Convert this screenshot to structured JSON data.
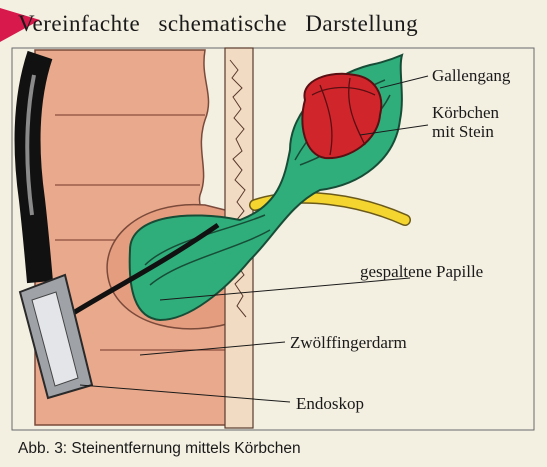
{
  "title": "Vereinfachte schematische Darstellung",
  "labels": {
    "gallengang": "Gallengang",
    "koerbchen_line1": "Körbchen",
    "koerbchen_line2": "mit Stein",
    "papille": "gespaltene Papille",
    "duodenum": "Zwölffingerdarm",
    "endoskop": "Endoskop"
  },
  "caption": "Abb. 3: Steinentfernung mittels Körbchen",
  "colors": {
    "background": "#f3efe1",
    "tissue": "#e9a98c",
    "duct_green": "#2fae7c",
    "stone_red": "#d1252c",
    "bile_yellow": "#f4d52f",
    "accent": "#d7194c"
  }
}
